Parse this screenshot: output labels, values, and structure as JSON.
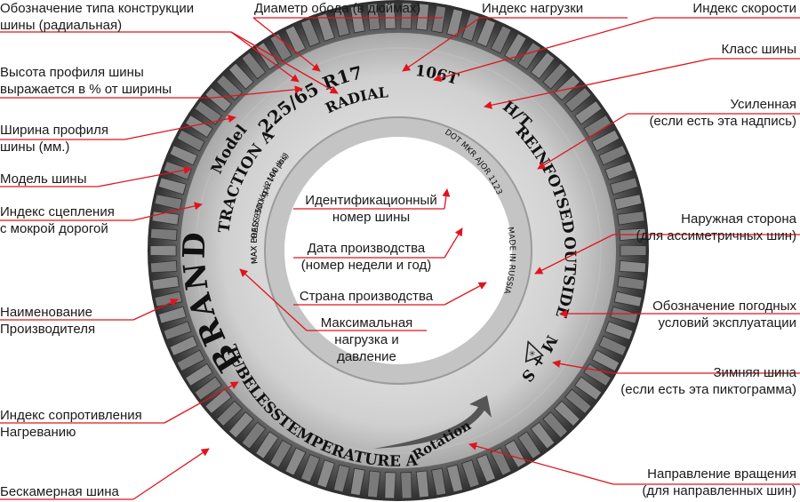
{
  "colors": {
    "leader": "#e0141e",
    "tire_dark": "#3b3b3b",
    "tire_mid": "#9a9a9a",
    "tire_light": "#d6d6d6",
    "text": "#1a1a1a"
  },
  "tire_markings": {
    "size": "225/65 R17",
    "construction": "RADIAL",
    "load_speed": "106T",
    "tire_class": "H/T",
    "reinforced": "REINFOTSED",
    "outside": "OUTSIDE",
    "weather": "M + S",
    "model_line": "TRACTION A",
    "model": "Model",
    "brand": "BRAND",
    "max_load": "MAX LOAD 950 kg (2100 lbs)",
    "max_press": "MAX PRESS 300 kpa (44 psi)",
    "dot": "DOT MKR AJOR 1123",
    "made_in": "MADE IN RUSSIA",
    "temperature": "TEMPERATURE A",
    "tubeless": "TUBELESS",
    "rotation": "Rotation"
  },
  "callouts": {
    "construction_type": "Обозначение типа конструкции\nшины (радиальная)",
    "rim_diameter": "Диаметр обода (в дюймах)",
    "load_index": "Индекс нагрузки",
    "speed_index": "Индекс скорости",
    "tire_class": "Класс шины",
    "profile_height": "Высота профиля шины\nвыражается в % от ширины",
    "reinforced": "Усиленная\n(если есть эта надпись)",
    "profile_width": "Ширина профиля\nшины (мм.)",
    "tire_model": "Модель шины",
    "wet_grip": "Индекс сцепления\nс мокрой дорогой",
    "outside": "Наружная сторона\n(для ассиметричных шин)",
    "id_number": "Идентификационный\nномер шины",
    "production_date": "Дата производства\n(номер недели и год)",
    "country": "Страна производства",
    "max_load": "Максимальная\nнагрузка и\nдавление",
    "manufacturer": "Наименование\nПроизводителя",
    "weather": "Обозначение погодных\nусловий эксплуатации",
    "winter": "Зимняя шина\n(если есть эта пиктограмма)",
    "heat_resistance": "Индекс сопротивления\nНагреванию",
    "rotation": "Направление вращения\n(для направленных шин)",
    "tubeless": "Бескамерная шина"
  }
}
